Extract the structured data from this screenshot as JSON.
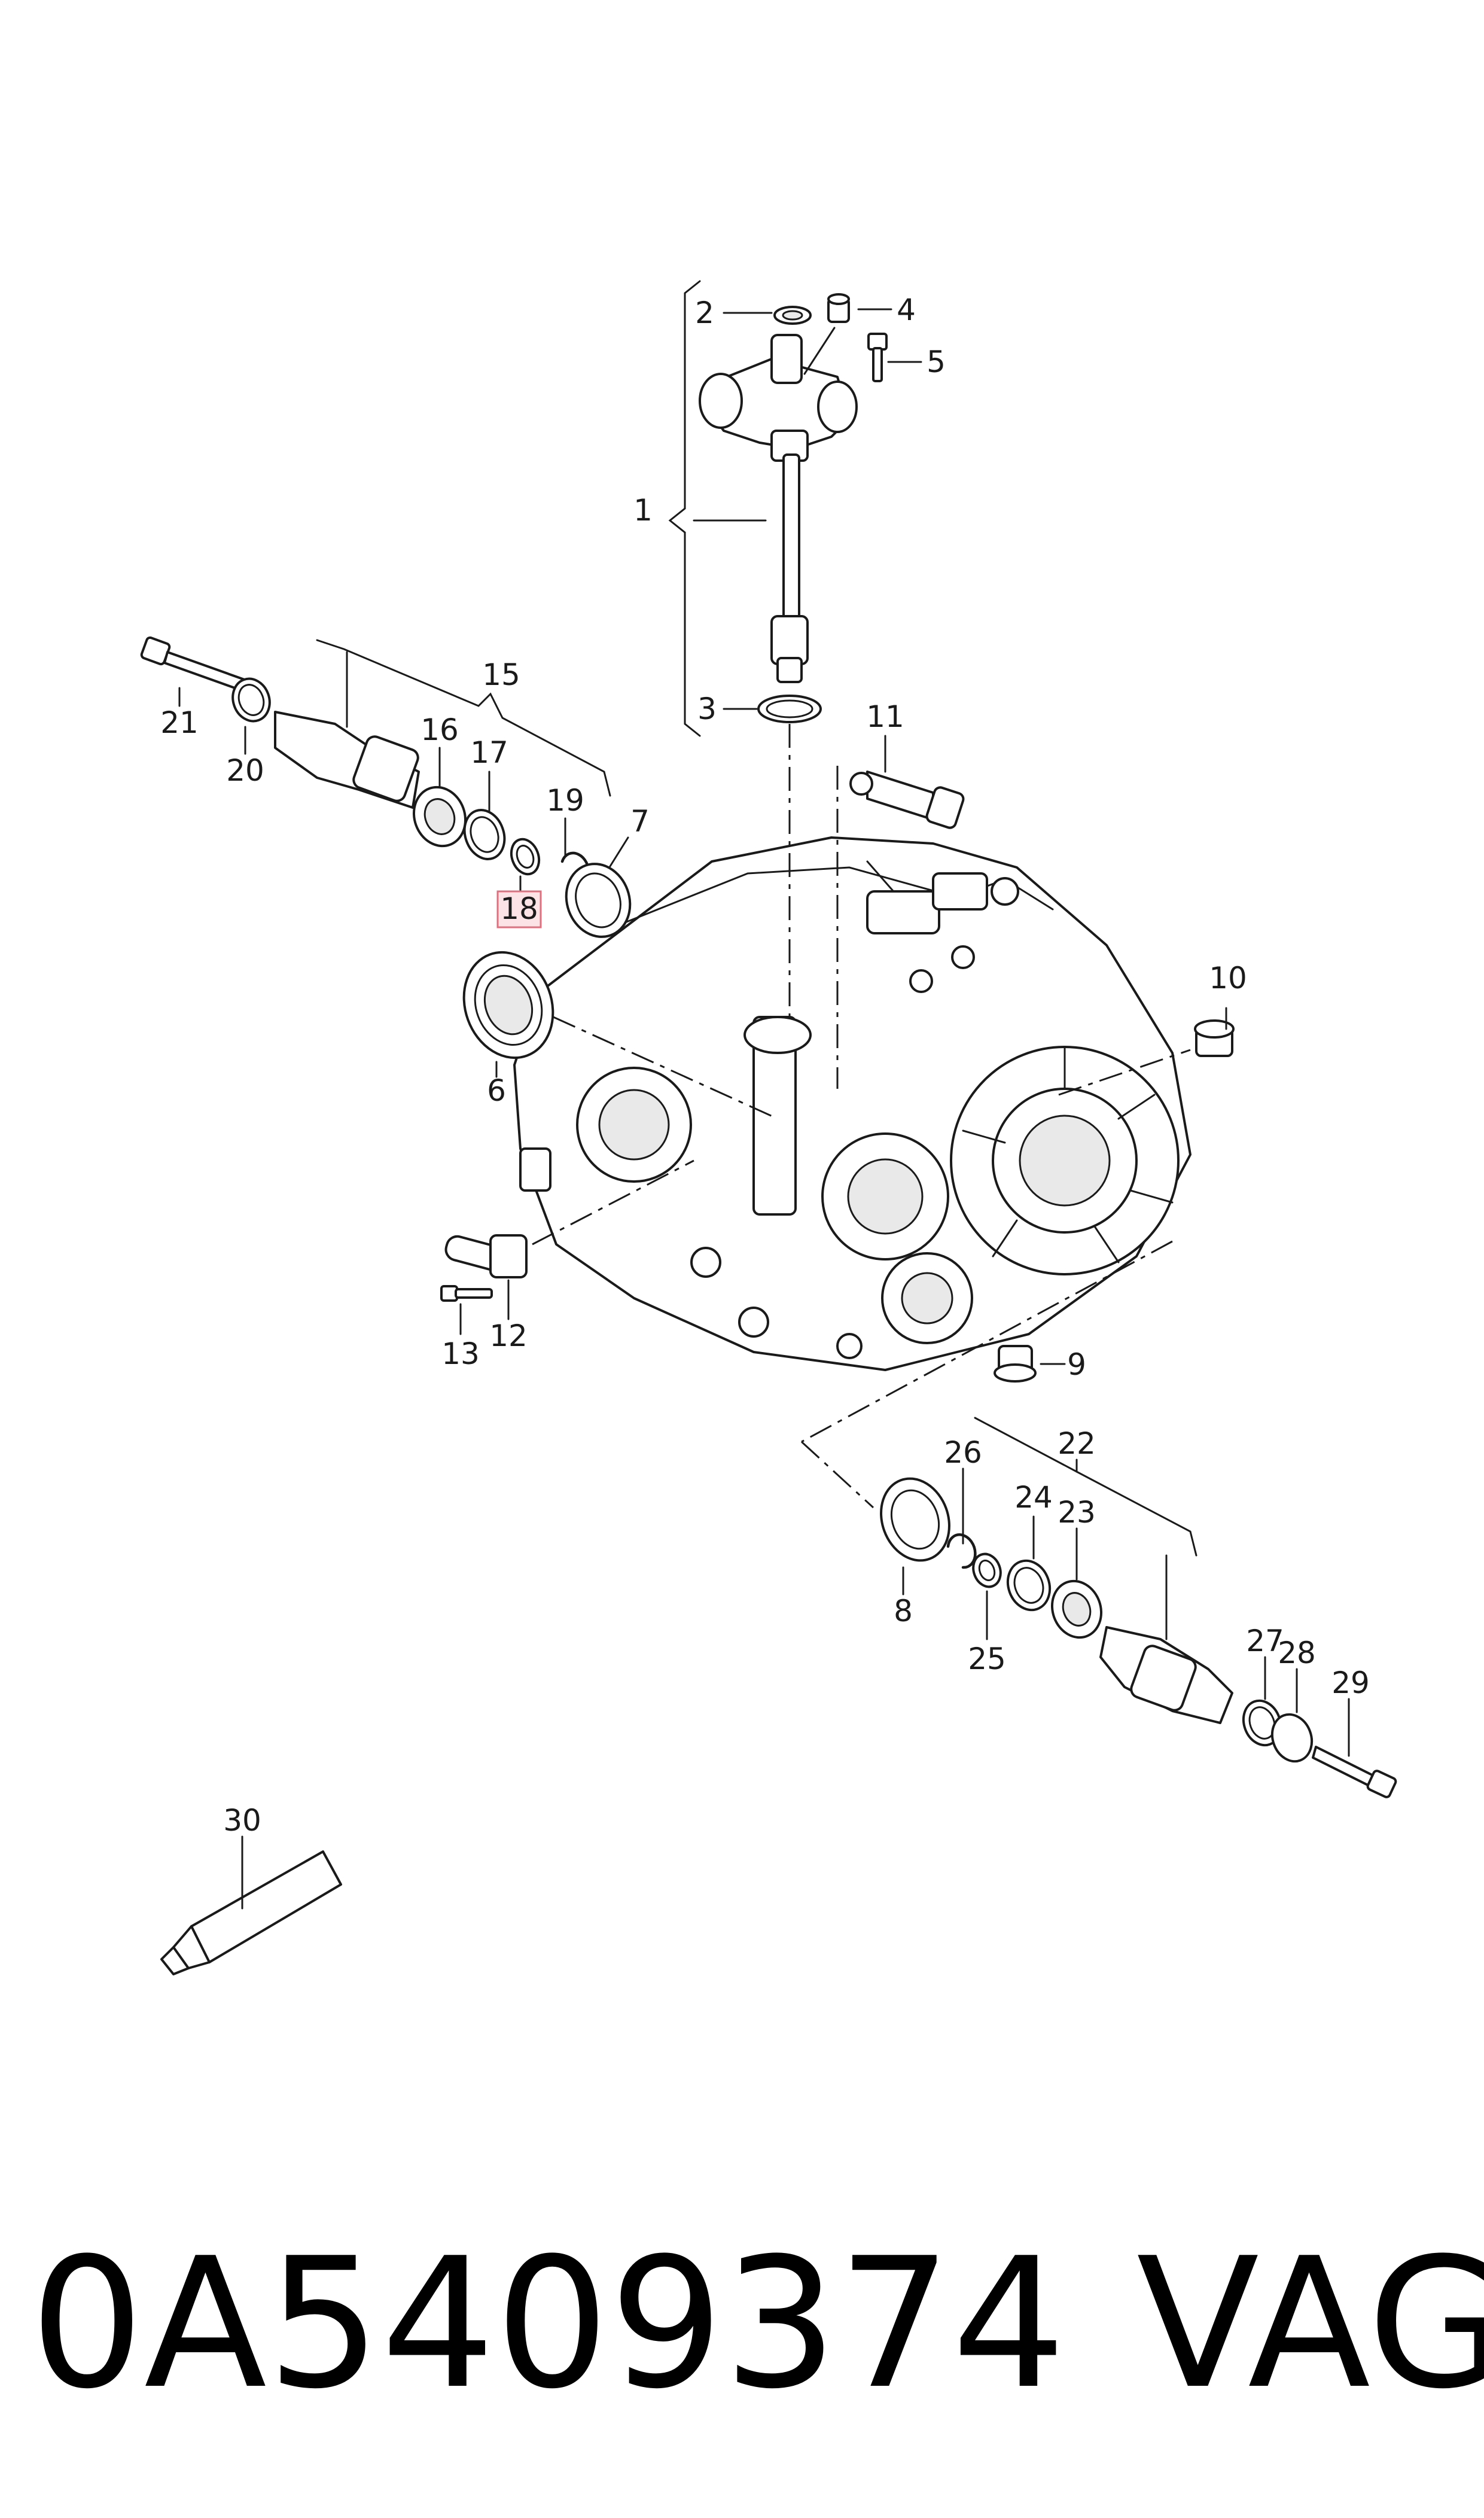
{
  "callouts": {
    "c1": "1",
    "c2": "2",
    "c3": "3",
    "c4": "4",
    "c5": "5",
    "c6": "6",
    "c7": "7",
    "c8": "8",
    "c9": "9",
    "c10": "10",
    "c11": "11",
    "c12": "12",
    "c13": "13",
    "c15": "15",
    "c16": "16",
    "c17": "17",
    "c18": "18",
    "c19": "19",
    "c20": "20",
    "c21": "21",
    "c22": "22",
    "c23": "23",
    "c24": "24",
    "c25": "25",
    "c26": "26",
    "c27": "27",
    "c28": "28",
    "c29": "29",
    "c30": "30"
  },
  "highlight": {
    "part": "18",
    "color": "#e0707e",
    "fill": "#fbe3e6"
  },
  "footer": {
    "part_number": "0A5409374",
    "brand": "VAG"
  }
}
